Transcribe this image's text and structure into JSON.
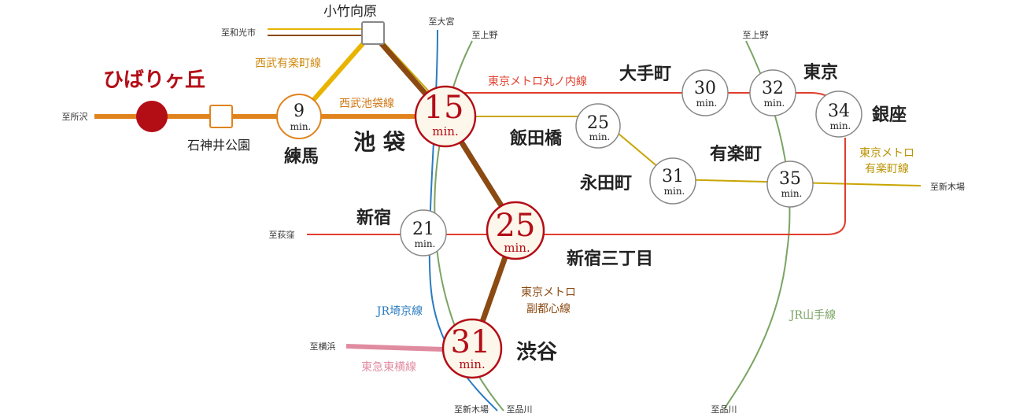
{
  "colors": {
    "seibu_ikebukuro": "#e0831c",
    "seibu_yurakucho": "#e8b400",
    "fukutoshin": "#8b4a12",
    "marunouchi": "#e03e2d",
    "yurakucho_metro": "#c9a500",
    "saikyo": "#2b7bbf",
    "yamanote": "#7aa463",
    "toyoko": "#e08ca0",
    "accent_red": "#b30d16"
  },
  "stations": {
    "hibarigaoka": "ひばりヶ丘",
    "shakujii": "石神井公園",
    "nerima": "練馬",
    "nerima_min": "9",
    "kotake": "小竹向原",
    "ikebukuro": "池 袋",
    "ikebukuro_min": "15",
    "iidabashi": "飯田橋",
    "iidabashi_min": "25",
    "otemachi": "大手町",
    "otemachi_min": "30",
    "tokyo": "東京",
    "tokyo_min": "32",
    "ginza": "銀座",
    "ginza_min": "34",
    "nagatacho": "永田町",
    "nagatacho_min": "31",
    "yurakucho": "有楽町",
    "yurakucho_min": "35",
    "shinjuku": "新宿",
    "shinjuku_min": "21",
    "shinjuku3": "新宿三丁目",
    "shinjuku3_min": "25",
    "shibuya": "渋谷",
    "shibuya_min": "31",
    "min_unit": "min."
  },
  "lines": {
    "seibu_yurakucho": "西武有楽町線",
    "seibu_ikebukuro": "西武池袋線",
    "marunouchi": "東京メトロ丸ノ内線",
    "yurakucho_metro_1": "東京メトロ",
    "yurakucho_metro_2": "有楽町線",
    "fukutoshin_1": "東京メトロ",
    "fukutoshin_2": "副都心線",
    "saikyo": "JR埼京線",
    "yamanote": "JR山手線",
    "toyoko": "東急東横線"
  },
  "directions": {
    "tokorozawa": "至所沢",
    "wakoshi": "至和光市",
    "omiya": "至大宮",
    "ueno_1": "至上野",
    "ueno_2": "至上野",
    "shinkiba_east": "至新木場",
    "ogikubo": "至荻窪",
    "yokohama": "至横浜",
    "shinkiba_south": "至新木場",
    "shinagawa_1": "至品川",
    "shinagawa_2": "至品川"
  }
}
